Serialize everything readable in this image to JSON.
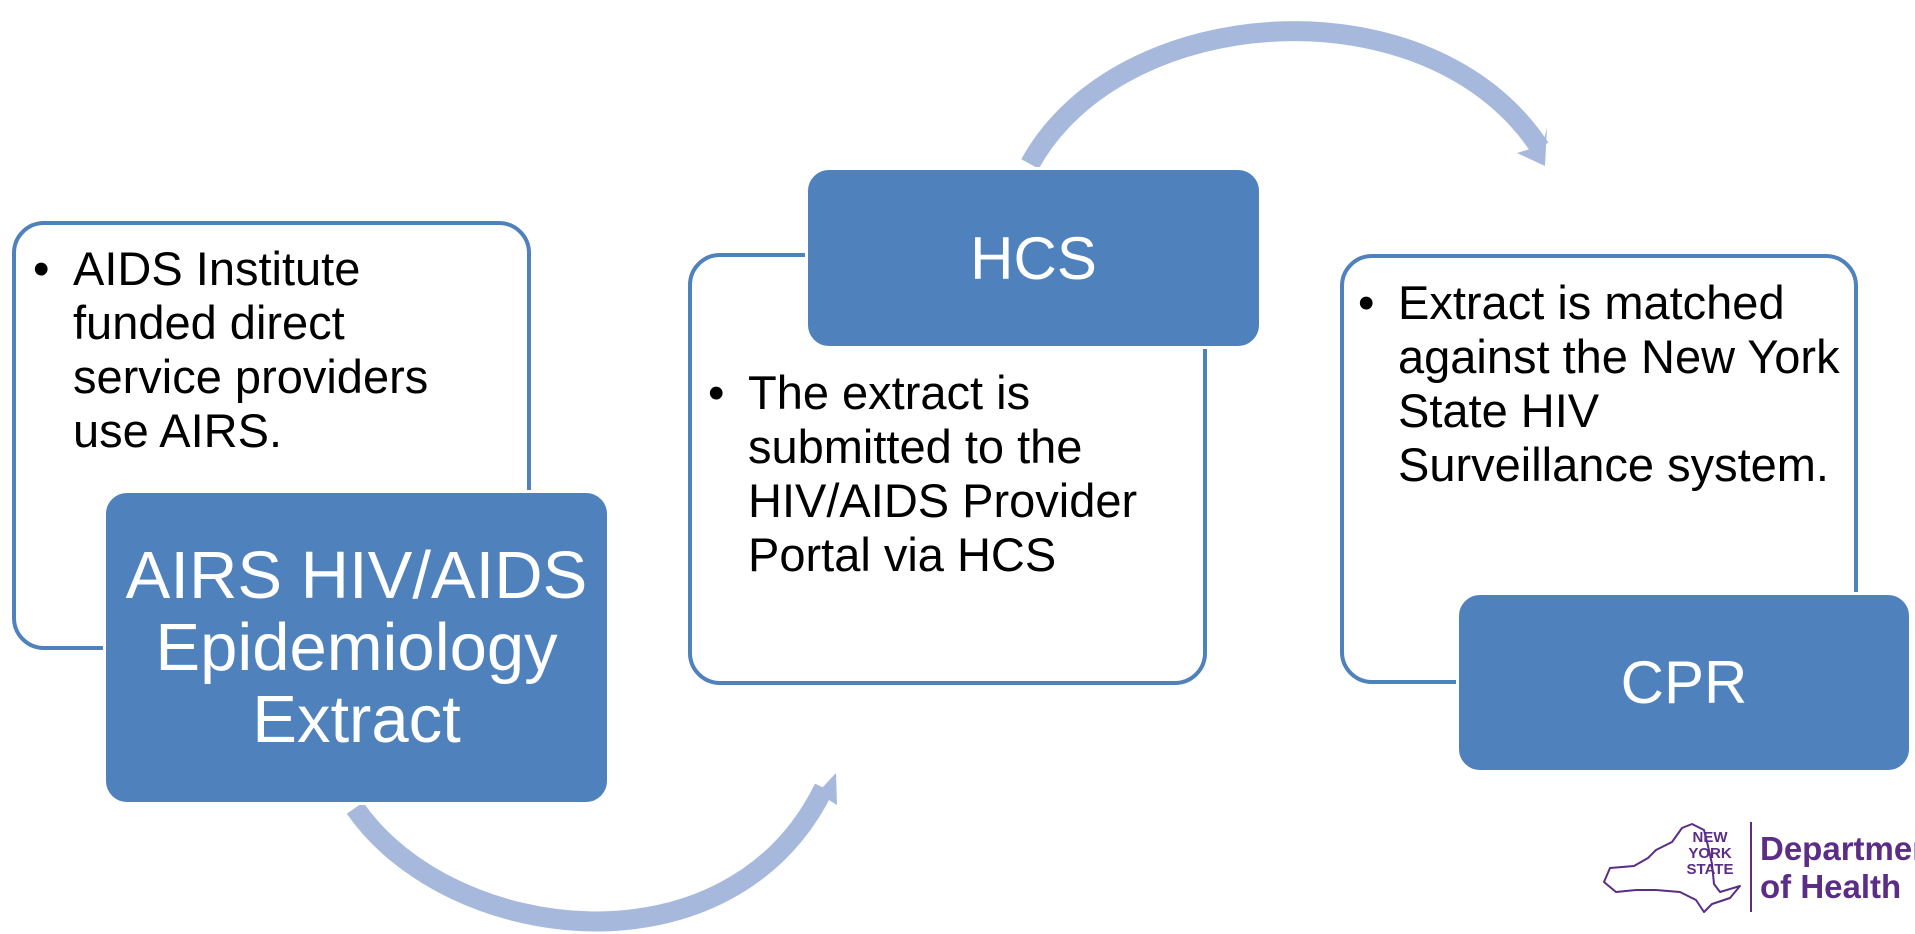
{
  "colors": {
    "accent": "#4f81bd",
    "arrow": "#a6b9dc",
    "logo": "#5b2d86",
    "text": "#000000",
    "title_text": "#ffffff"
  },
  "steps": [
    {
      "title": "AIRS HIV/AIDS Epidemiology Extract",
      "bullet": "AIDS Institute funded direct service providers use AIRS."
    },
    {
      "title": "HCS",
      "bullet": "The extract is submitted to the HIV/AIDS Provider Portal via HCS"
    },
    {
      "title": "CPR",
      "bullet": "Extract is matched against the New York State HIV Surveillance system."
    }
  ],
  "logo": {
    "state_line1": "NEW",
    "state_line2": "YORK",
    "state_line3": "STATE",
    "dept_line1": "Department",
    "dept_line2": "of Health"
  }
}
